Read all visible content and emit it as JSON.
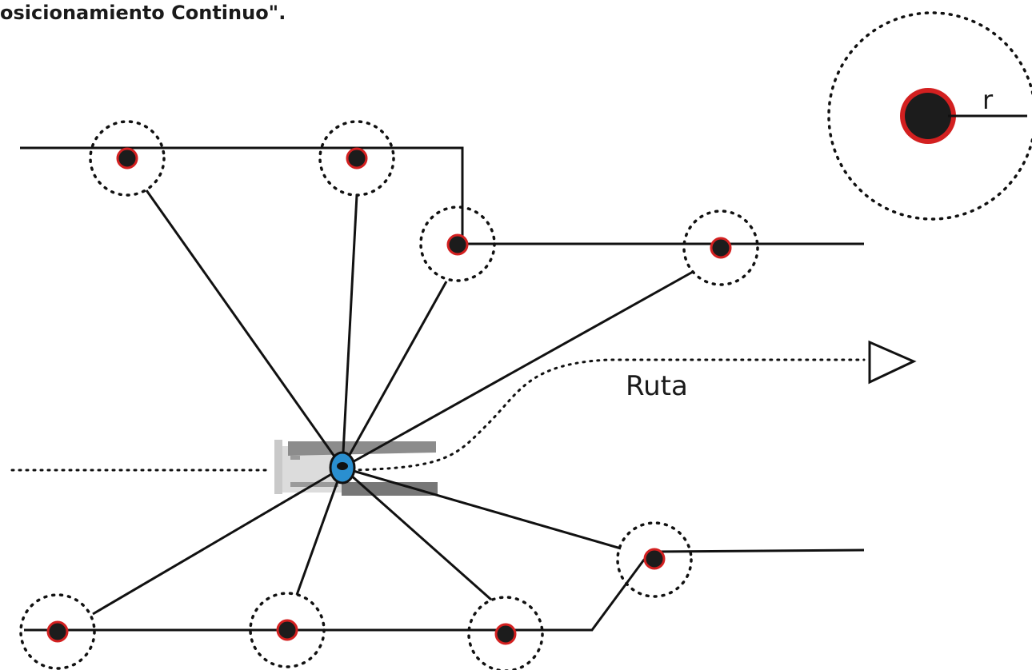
{
  "caption": "osicionamiento Continuo\".",
  "diagram": {
    "route_label": "Ruta",
    "radius_label": "r"
  },
  "colors": {
    "line": "#111111",
    "node_fill": "#1c1c1c",
    "node_ring": "#d32020",
    "center_fill": "#2a8fd0",
    "center_core": "#111111",
    "vehicle_light": "#d6d6d6",
    "vehicle_dark": "#7a7a7a"
  },
  "icons": {
    "route_arrow": "triangle-arrow-icon",
    "detection_zone": "dotted-circle-icon"
  }
}
